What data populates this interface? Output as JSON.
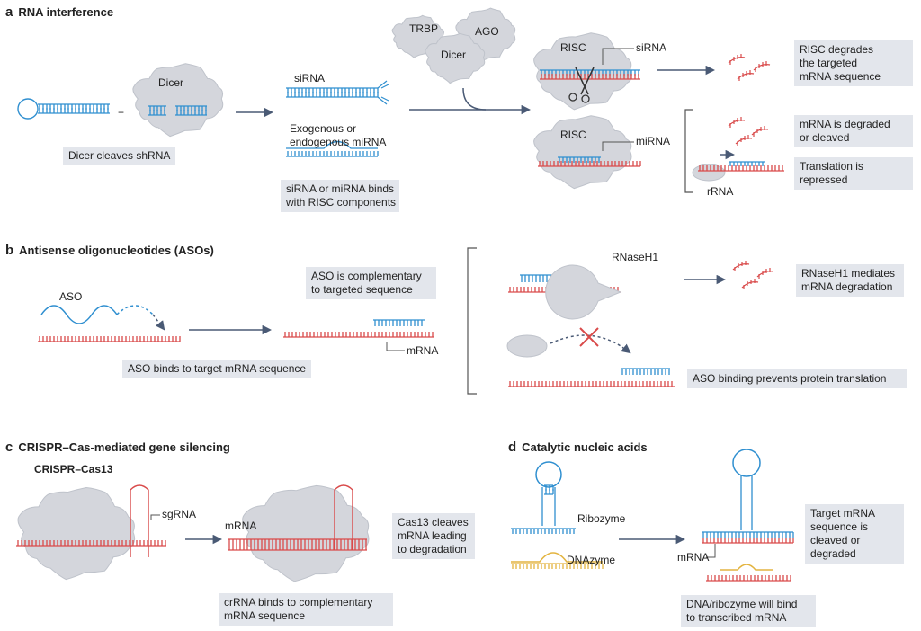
{
  "colors": {
    "blue": "#2f8fd0",
    "red": "#d94a4a",
    "yellow": "#e3b440",
    "gray_blob": "#d4d6dc",
    "label_box": "#e3e6ec",
    "arrow": "#4a5a75"
  },
  "panel_a": {
    "letter": "a",
    "title": "RNA interference",
    "dicer_top": "Dicer",
    "plus": "+",
    "dicer_caption": "Dicer cleaves shRNA",
    "sirna": "siRNA",
    "mirna_line1": "Exogenous or",
    "mirna_line2": "endogenous miRNA",
    "binds_line1": "siRNA or miRNA binds",
    "binds_line2": "with RISC components",
    "trbp": "TRBP",
    "ago": "AGO",
    "dicer_cluster": "Dicer",
    "risc_top": "RISC",
    "risc_top_sirna": "siRNA",
    "risc_bottom": "RISC",
    "risc_bottom_mirna": "miRNA",
    "rrna": "rRNA",
    "out1_line1": "RISC degrades",
    "out1_line2": "the targeted",
    "out1_line3": "mRNA sequence",
    "out2_line1": "mRNA is degraded",
    "out2_line2": "or cleaved",
    "out3_line1": "Translation is",
    "out3_line2": "repressed"
  },
  "panel_b": {
    "letter": "b",
    "title": "Antisense oligonucleotides (ASOs)",
    "aso": "ASO",
    "caption_binds": "ASO binds to target mRNA sequence",
    "comp_line1": "ASO is complementary",
    "comp_line2": "to targeted sequence",
    "mrna": "mRNA",
    "rnaseh1": "RNaseH1",
    "rnase_line1": "RNaseH1 mediates",
    "rnase_line2": "mRNA degradation",
    "prevents": "ASO binding prevents protein translation"
  },
  "panel_c": {
    "letter": "c",
    "title": "CRISPR–Cas-mediated gene silencing",
    "subtitle": "CRISPR–Cas13",
    "sgrna": "sgRNA",
    "mrna": "mRNA",
    "crrna_line1": "crRNA binds to complementary",
    "crrna_line2": "mRNA sequence",
    "cas_line1": "Cas13 cleaves",
    "cas_line2": "mRNA leading",
    "cas_line3": "to degradation"
  },
  "panel_d": {
    "letter": "d",
    "title": "Catalytic nucleic acids",
    "ribozyme": "Ribozyme",
    "dnazyme": "DNAzyme",
    "mrna": "mRNA",
    "target_line1": "Target mRNA",
    "target_line2": "sequence is",
    "target_line3": "cleaved or",
    "target_line4": "degraded",
    "dna_line1": "DNA/ribozyme will bind",
    "dna_line2": "to transcribed mRNA"
  }
}
